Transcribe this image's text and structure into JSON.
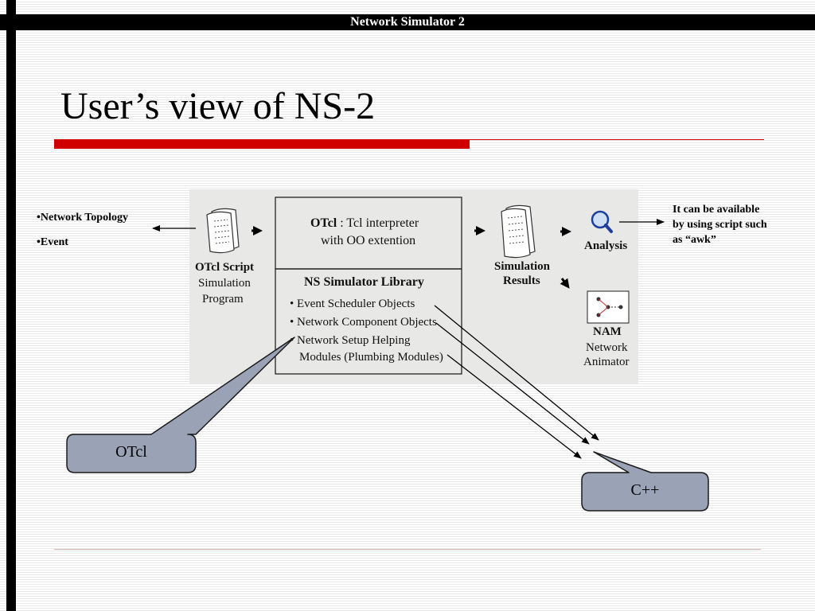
{
  "header": {
    "title": "Network Simulator 2"
  },
  "slide": {
    "title": "User’s view of NS-2"
  },
  "left_list": {
    "items": [
      "•Network Topology",
      "•Event"
    ]
  },
  "note": {
    "lines": [
      "It can be available",
      "by using script such",
      "as “awk”"
    ]
  },
  "diagram": {
    "otcl_script": {
      "title": "OTcl Script",
      "line1": "Simulation",
      "line2": "Program"
    },
    "interpreter": {
      "bold": "OTcl",
      "rest": ": Tcl interpreter",
      "line2": "with OO extention"
    },
    "library": {
      "title": "NS Simulator Library",
      "items": [
        "• Event Scheduler Objects",
        "• Network Component Objects",
        "• Network Setup Helping"
      ],
      "item3_cont": "Modules (Plumbing Modules)"
    },
    "results": {
      "line1": "Simulation",
      "line2": "Results"
    },
    "analysis": {
      "label": "Analysis"
    },
    "nam": {
      "title": "NAM",
      "line1": "Network",
      "line2": "Animator"
    }
  },
  "callouts": {
    "otcl": "OTcl",
    "cpp": "C++"
  },
  "colors": {
    "callout_fill": "#99a3b5",
    "accent_red": "#d00000"
  }
}
